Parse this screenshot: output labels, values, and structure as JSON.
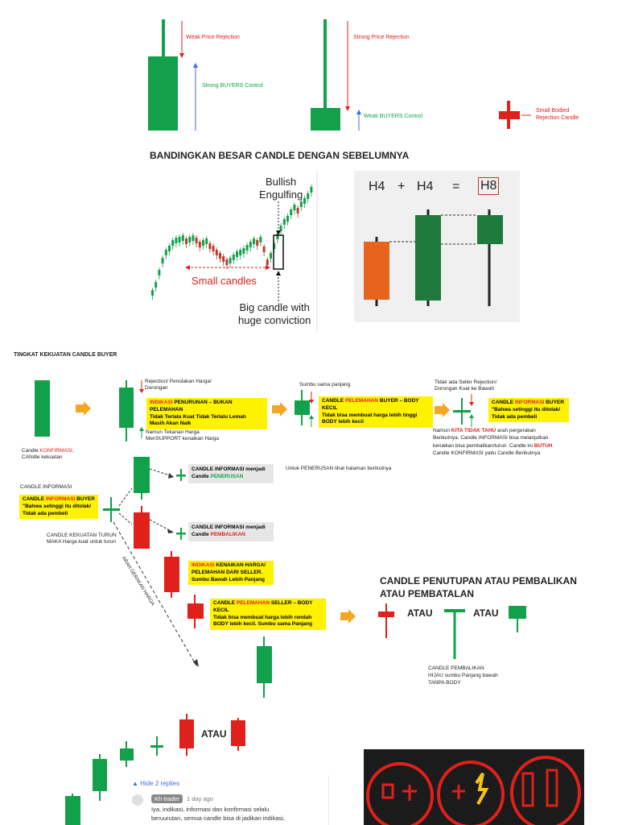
{
  "top": {
    "weak_rejection": "Weak Price Rejection",
    "strong_buyers_1": "Strong BUYERS Control",
    "strong_rejection": "Strong Price Rejection",
    "weak_buyers": "Weak BUYERS Control",
    "small_bodied": "Small Bodied\nRejection Candle"
  },
  "compare_title": "BANDINGKAN BESAR CANDLE DENGAN SEBELUMNYA",
  "engulf_chart": {
    "bullish_engulfing": "Bullish\nEngulfing",
    "small_candles": "Small candles",
    "big_candle": "Big candle with\nhuge conviction"
  },
  "h_panel": {
    "a": "H4",
    "plus": "+",
    "b": "H4",
    "eq": "=",
    "c": "H8"
  },
  "section_title": "TINGKAT KEKUATAN CANDLE BUYER",
  "col1": {
    "line1_prefix": "Candle ",
    "line1_hl": "KONFIRMASI,",
    "line2": "CANdle kekuatan"
  },
  "col2": {
    "top_note": "Rejection/ Penolakan Harga/\nDorongan",
    "box_hl": "INDIKASI",
    "box_rest": " PENURUNAN – BUKAN PELEMAHAN\nTidak Terlalu Kuat Tidak Terlalu Lemah\nMasih Akan Naik",
    "bottom_note": "Namun Tekanan Harga\nMenSUPPORT kenaikan Harga"
  },
  "col3": {
    "top_note": "Sumbu sama panjang",
    "box_pre": "CANDLE ",
    "box_hl": "PELEMAHAN",
    "box_rest": " BUYER – BODY KECIL\nTidak bisa membuat harga lebih tinggi\nBODY lebih kecil"
  },
  "col4": {
    "top_note": "Tidak ada Seller Rejection/\nDorongan Kuat ke Bawah",
    "box_pre": "CANDLE ",
    "box_hl": "INFORMASI",
    "box_rest": " BUYER\n\"Bahwa setinggi itu ditolak/\nTidak ada pembeli",
    "note_pre": "Namun ",
    "note_hl": "KITA TIDAK TAHU",
    "note_mid": " arah pergerakan\nBerikutnya. Candle INFORMASI bisa melanjutkan\nkenaikan bisa pembalikan/turun. Candle ini ",
    "note_hl2": "BUTUH",
    "note_end": "\nCandle KONFIRMASI yaitu Candle Berikutnya"
  },
  "info": {
    "label": "CANDLE INFORMASI",
    "box_pre": "CANDLE ",
    "box_hl": "INFORMASI",
    "box_rest": " BUYER\n\"Bahwa setinggi itu ditolak/\nTidak ada pembeli",
    "continue_pre": "CANDLE INFORMASI menjadi\nCandle ",
    "continue_hl": "PENERUSAN",
    "reverse_pre": "CANDLE INFORMASI menjadi\nCandle ",
    "reverse_hl": "PEMBALIKAN",
    "next_page": "Untuk PENERUSAN lihat halaman berikutnya",
    "strength_down": "CANDLE KEKUATAN TURUN\nMAKA Harga kuat untuk turun",
    "arah": "ARAH GERAKAN HARGA",
    "ind_hl": "INDIKASI",
    "ind_rest": " KENAIKAN HARGA/\nPELEMAHAN DARI SELLER.\nSumbu Bawah Lebih Panjang",
    "weak_pre": "CANDLE ",
    "weak_hl": "PELEMAHAN",
    "weak_rest": " SELLER – BODY KECIL\nTidak bisa membuat harga lebih rendah\nBODY lebih kecil. Sumbu sama Panjang"
  },
  "closing": {
    "title": "CANDLE PENUTUPAN ATAU PEMBALIKAN\n ATAU PEMBATALAN",
    "atau1": "ATAU",
    "atau2": "ATAU",
    "reversal_note": "CANDLE PEMBALIKAN\nHIJAU sumbu Panjang bawah\nTANPA BODY"
  },
  "bottom": {
    "atau": "ATAU"
  },
  "comment": {
    "hide": "Hide 2 replies",
    "author": "Kh trader",
    "time": "1 day ago",
    "text": "Iya, indikasi, informasi dan konfirmasi selalu\nberuurutan, semua candle bisa di jadikan indikasi,"
  },
  "colors": {
    "green": "#13a04a",
    "red": "#e0201b",
    "yellow": "#fff200",
    "orange": "#f5a623",
    "blue": "#3a6fd8"
  }
}
